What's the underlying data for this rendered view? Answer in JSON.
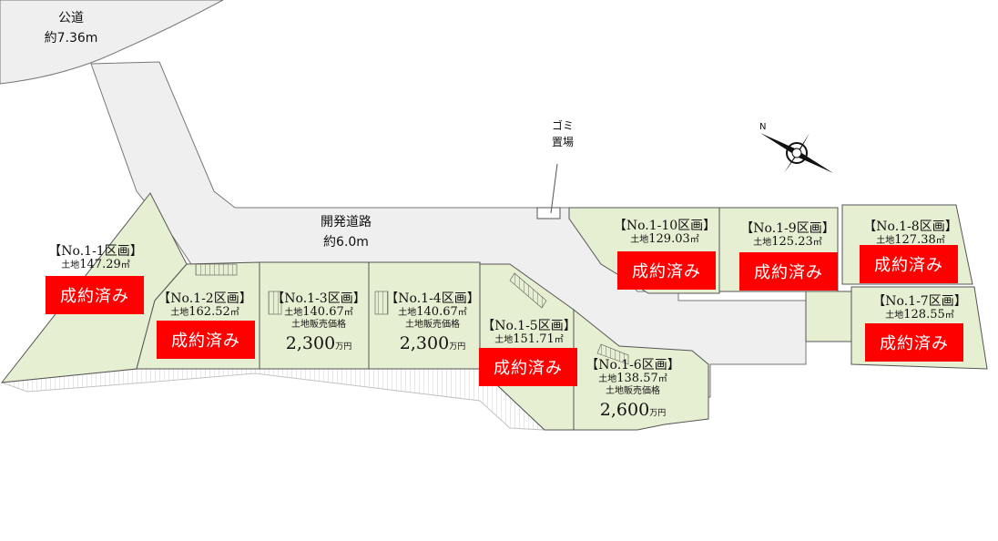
{
  "roads": {
    "public_road": {
      "name": "公道",
      "width": "約7.36m"
    },
    "dev_road": {
      "name": "開発道路",
      "width": "約6.0m"
    },
    "garbage": {
      "line1": "ゴミ",
      "line2": "置場"
    }
  },
  "compass": {
    "label": "N"
  },
  "sold_label": "成約済み",
  "lots": [
    {
      "title": "【No.1-1区画】",
      "area_label": "土地",
      "area": "147.29",
      "unit": "㎡",
      "sold": true
    },
    {
      "title": "【No.1-2区画】",
      "area_label": "土地",
      "area": "162.52",
      "unit": "㎡",
      "sold": true
    },
    {
      "title": "【No.1-3区画】",
      "area_label": "土地",
      "area": "140.67",
      "unit": "㎡",
      "price_label": "土地販売価格",
      "price": "2,300",
      "price_unit": "万円",
      "sold": false
    },
    {
      "title": "【No.1-4区画】",
      "area_label": "土地",
      "area": "140.67",
      "unit": "㎡",
      "price_label": "土地販売価格",
      "price": "2,300",
      "price_unit": "万円",
      "sold": false
    },
    {
      "title": "【No.1-5区画】",
      "area_label": "土地",
      "area": "151.71",
      "unit": "㎡",
      "sold": true
    },
    {
      "title": "【No.1-6区画】",
      "area_label": "土地",
      "area": "138.57",
      "unit": "㎡",
      "price_label": "土地販売価格",
      "price": "2,600",
      "price_unit": "万円",
      "sold": false
    },
    {
      "title": "【No.1-7区画】",
      "area_label": "土地",
      "area": "128.55",
      "unit": "㎡",
      "sold": true
    },
    {
      "title": "【No.1-8区画】",
      "area_label": "土地",
      "area": "127.38",
      "unit": "㎡",
      "sold": true
    },
    {
      "title": "【No.1-9区画】",
      "area_label": "土地",
      "area": "125.23",
      "unit": "㎡",
      "sold": true
    },
    {
      "title": "【No.1-10区画】",
      "area_label": "土地",
      "area": "129.03",
      "unit": "㎡",
      "sold": true
    }
  ],
  "colors": {
    "road": "#efefef",
    "lot": "#e6efd2",
    "sold": "#ff0000",
    "outline": "#555555"
  }
}
